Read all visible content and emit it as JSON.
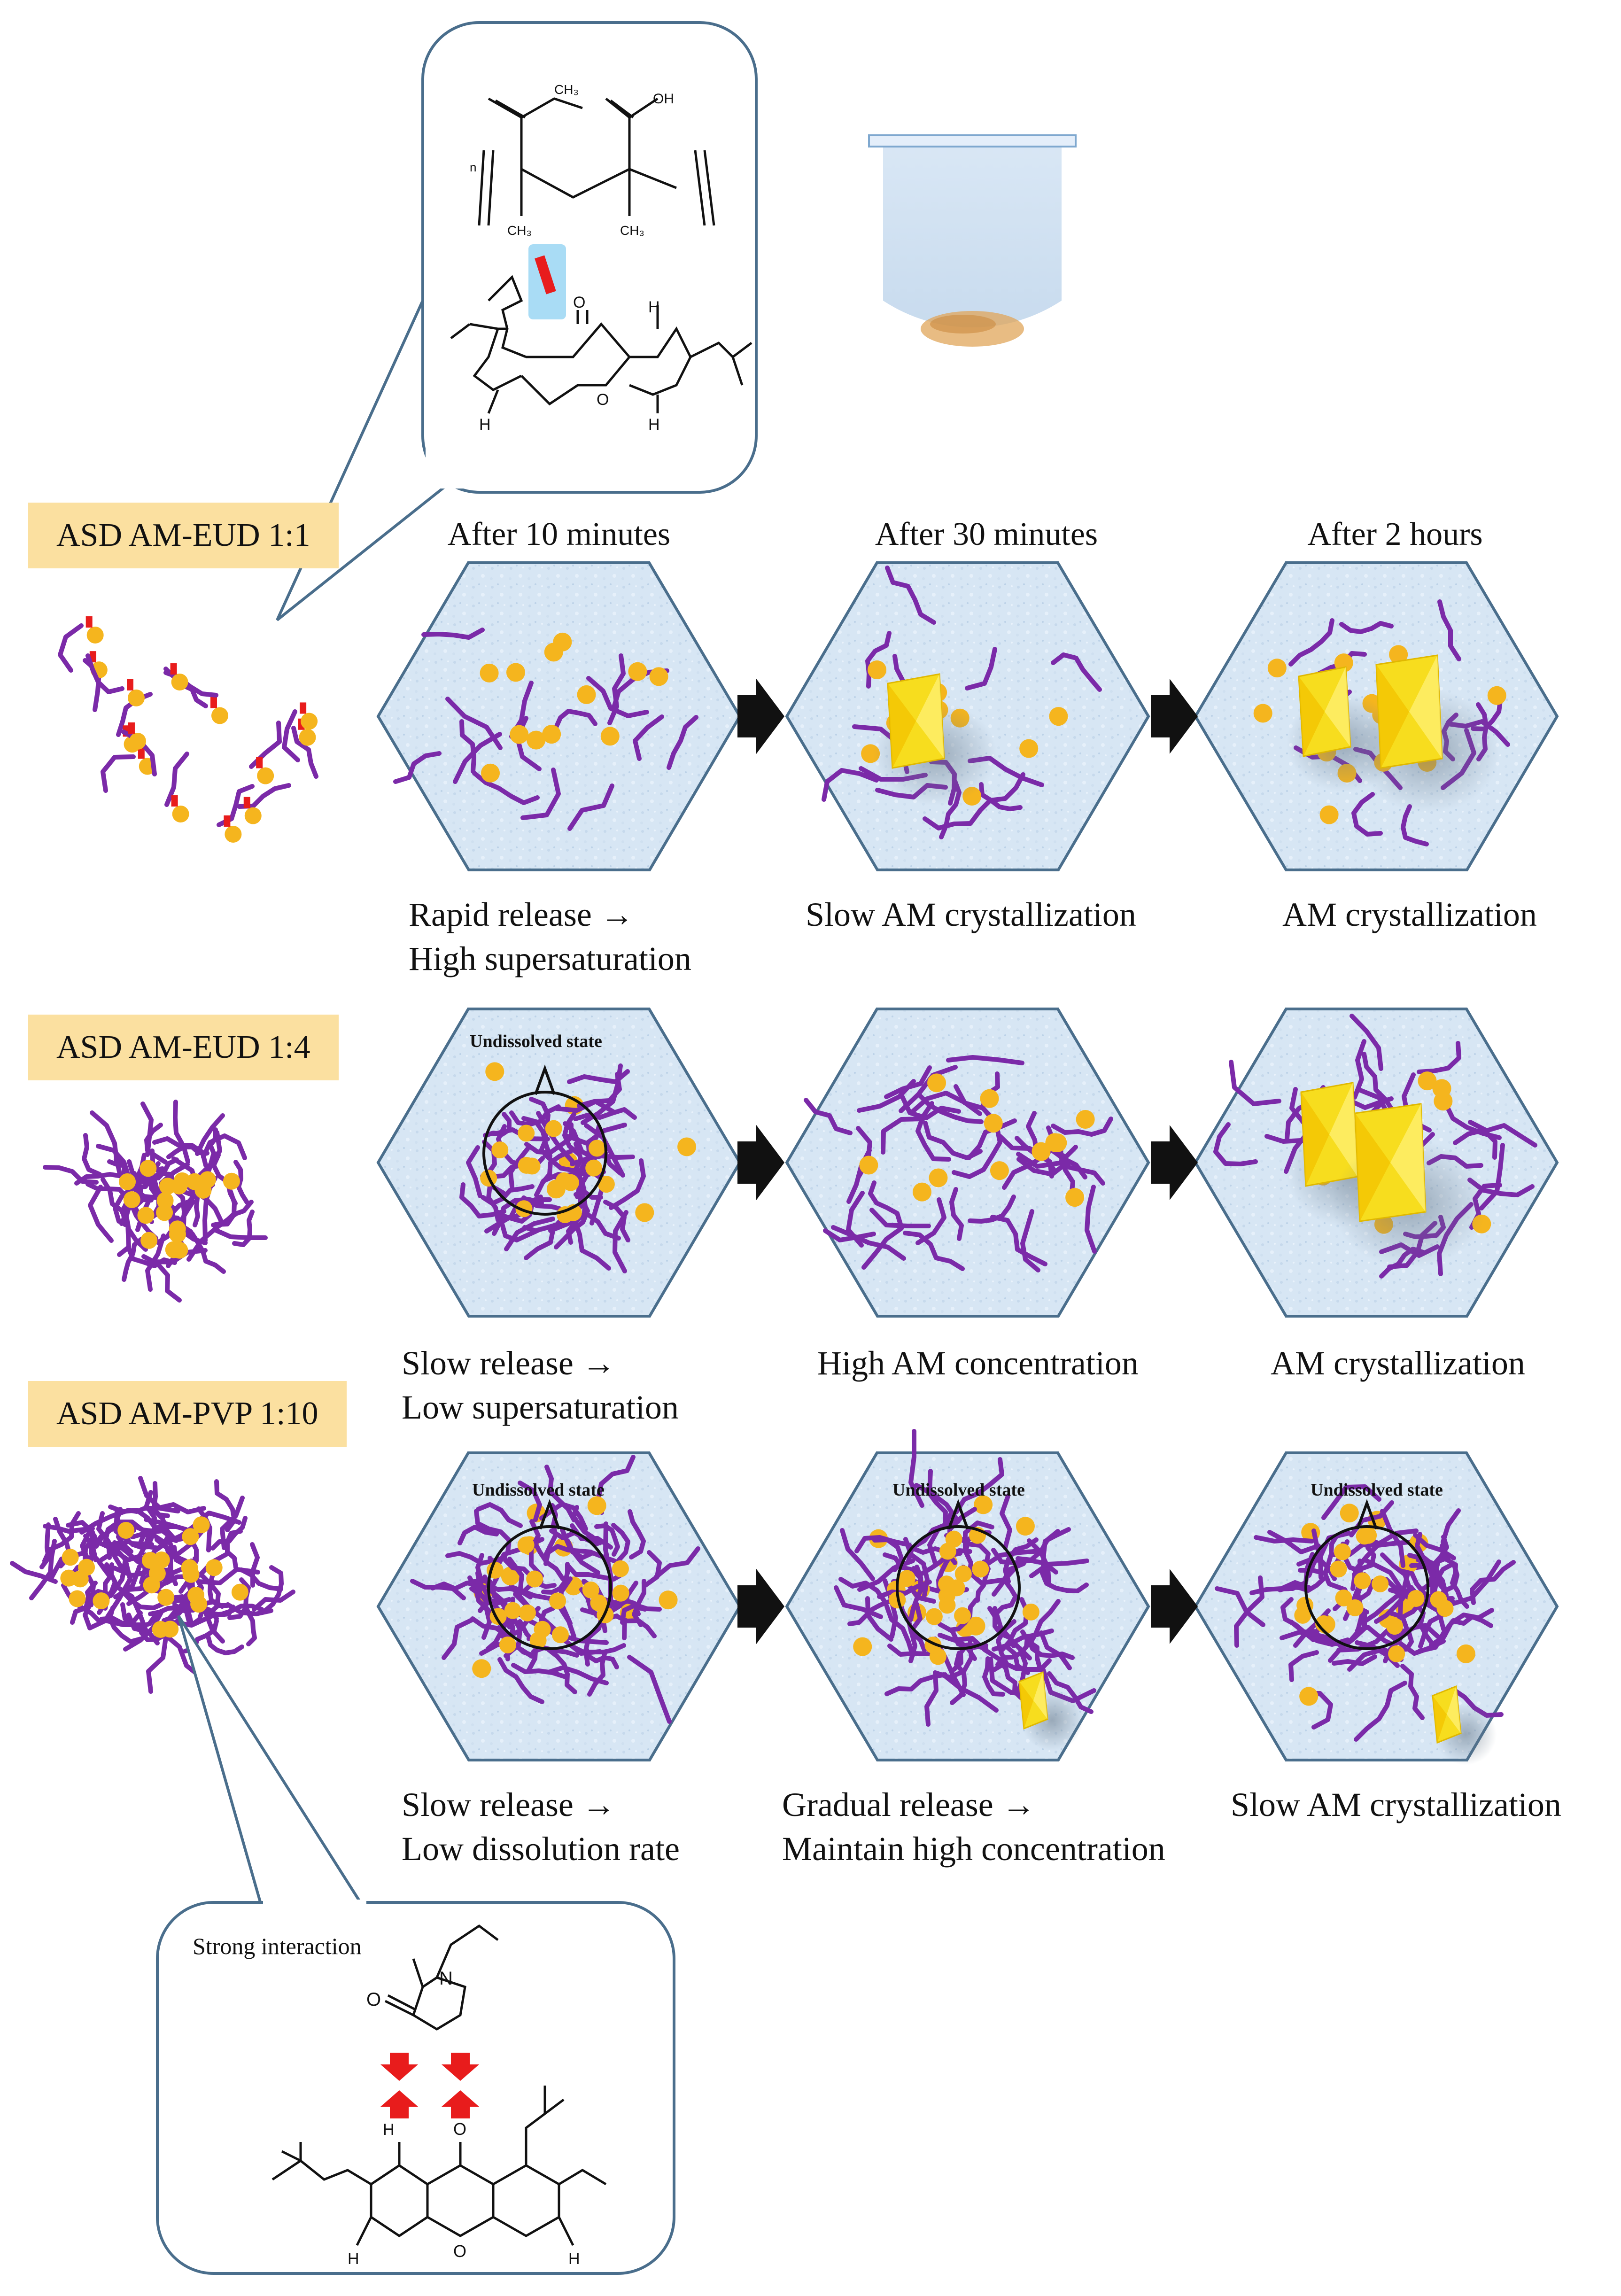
{
  "row_tags": [
    "ASD AM-EUD 1:1",
    "ASD AM-EUD 1:4",
    "ASD AM-PVP 1:10"
  ],
  "time_headers": [
    "After 10 minutes",
    "After 30 minutes",
    "After 2 hours"
  ],
  "row1": {
    "captions": [
      [
        "Rapid release →",
        "High supersaturation"
      ],
      [
        "Slow AM crystallization"
      ],
      [
        "AM crystallization"
      ]
    ]
  },
  "row2": {
    "captions": [
      [
        "Slow release →",
        "Low supersaturation"
      ],
      [
        "High AM concentration"
      ],
      [
        "AM crystallization"
      ]
    ],
    "bubble_label": "Undissolved state"
  },
  "row3": {
    "captions": [
      [
        "Slow release →",
        "Low dissolution rate"
      ],
      [
        "Gradual release →",
        "Maintain high concentration"
      ],
      [
        "Slow AM crystallization"
      ]
    ],
    "bubble_label": "Undissolved state"
  },
  "callout_bottom": {
    "title": "Strong interaction"
  },
  "chem_atoms": {
    "o": "O",
    "oh": "OH",
    "h": "H",
    "n": "N",
    "ch3": "CH₃",
    "n_sub": "n"
  },
  "colors": {
    "polymer": "#7b2aa8",
    "drug": "#f5b51e",
    "crystal": "#f7dd1e",
    "medium": "#dce9f5",
    "hex_border": "#4a6e8c",
    "tag_fill": "#fbe0a0",
    "arrow": "#111111",
    "interaction": "#e81c1c",
    "callout_border": "#4a6e8c"
  }
}
